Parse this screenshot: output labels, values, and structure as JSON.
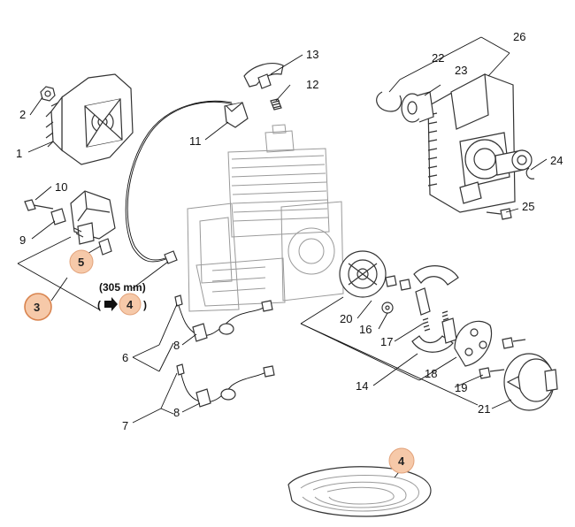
{
  "callouts": {
    "c1": "1",
    "c2": "2",
    "c3": "3",
    "c4a": "4",
    "c4b": "4",
    "c5": "5",
    "c6": "6",
    "c7": "7",
    "c8a": "8",
    "c8b": "8",
    "c9": "9",
    "c10": "10",
    "c11": "11",
    "c12": "12",
    "c13": "13",
    "c14": "14",
    "c16": "16",
    "c17": "17",
    "c18": "18",
    "c19": "19",
    "c20": "20",
    "c21": "21",
    "c22": "22",
    "c23": "23",
    "c24": "24",
    "c25": "25",
    "c26": "26"
  },
  "note": {
    "length": "(305 mm)",
    "open_paren": "(",
    "close_paren": ")"
  },
  "colors": {
    "highlight_fill": "#f6c9a9",
    "highlight_stroke": "#d9844f"
  }
}
